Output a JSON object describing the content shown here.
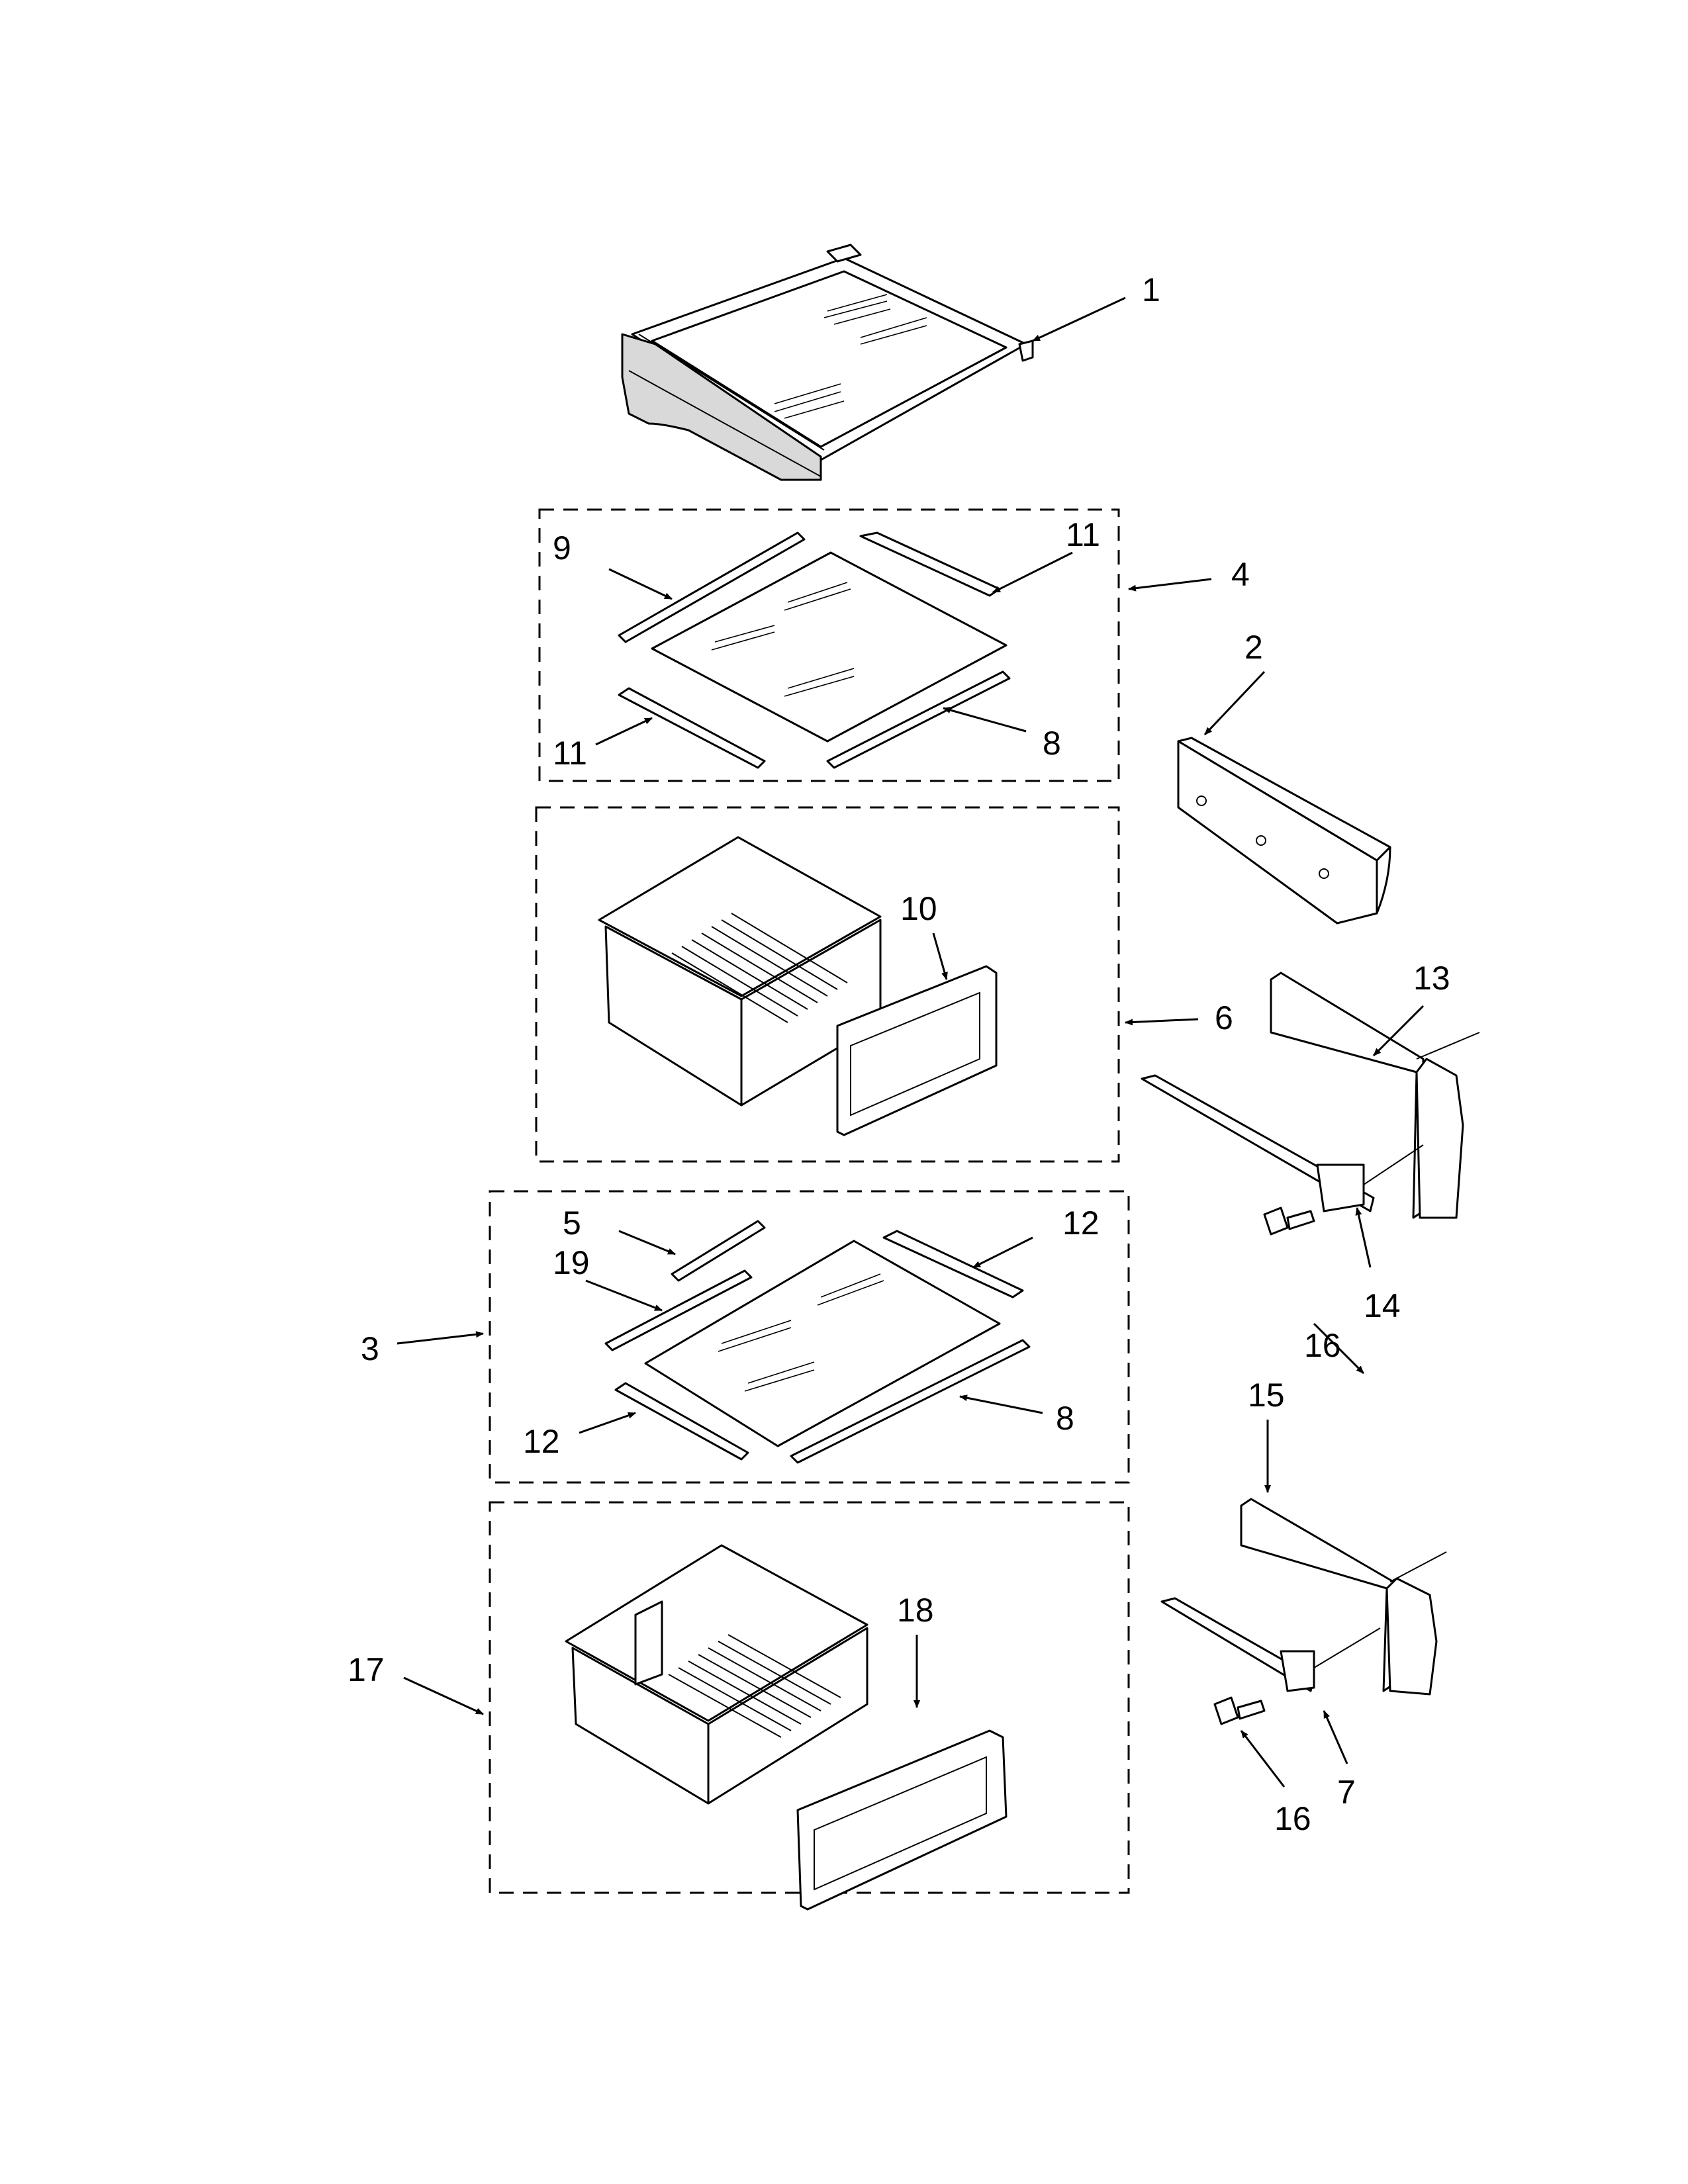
{
  "diagram": {
    "type": "exploded parts diagram",
    "callouts": [
      {
        "id": "c1",
        "label": "1"
      },
      {
        "id": "c2",
        "label": "2"
      },
      {
        "id": "c3",
        "label": "3"
      },
      {
        "id": "c4",
        "label": "4"
      },
      {
        "id": "c5",
        "label": "5"
      },
      {
        "id": "c6",
        "label": "6"
      },
      {
        "id": "c7",
        "label": "7"
      },
      {
        "id": "c8a",
        "label": "8"
      },
      {
        "id": "c8b",
        "label": "8"
      },
      {
        "id": "c9",
        "label": "9"
      },
      {
        "id": "c10",
        "label": "10"
      },
      {
        "id": "c11a",
        "label": "11"
      },
      {
        "id": "c11b",
        "label": "11"
      },
      {
        "id": "c12a",
        "label": "12"
      },
      {
        "id": "c12b",
        "label": "12"
      },
      {
        "id": "c13",
        "label": "13"
      },
      {
        "id": "c14",
        "label": "14"
      },
      {
        "id": "c15",
        "label": "15"
      },
      {
        "id": "c16a",
        "label": "16"
      },
      {
        "id": "c16b",
        "label": "16"
      },
      {
        "id": "c17",
        "label": "17"
      },
      {
        "id": "c18",
        "label": "18"
      },
      {
        "id": "c19",
        "label": "19"
      }
    ]
  }
}
